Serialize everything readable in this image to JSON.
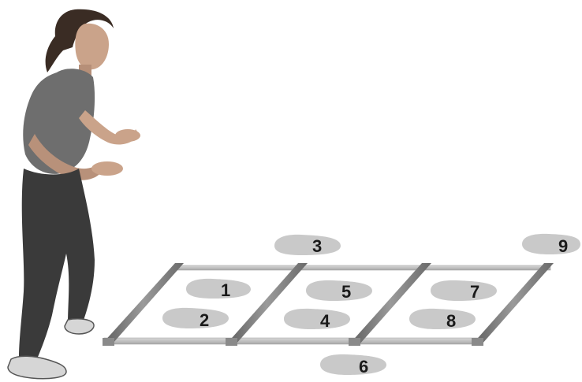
{
  "figure": {
    "footprints": [
      {
        "id": "fp1",
        "label": "1"
      },
      {
        "id": "fp2",
        "label": "2"
      },
      {
        "id": "fp3",
        "label": "3"
      },
      {
        "id": "fp4",
        "label": "4"
      },
      {
        "id": "fp5",
        "label": "5"
      },
      {
        "id": "fp6",
        "label": "6"
      },
      {
        "id": "fp7",
        "label": "7"
      },
      {
        "id": "fp8",
        "label": "8"
      },
      {
        "id": "fp9",
        "label": "9"
      }
    ],
    "colors": {
      "footprint": "#c9c9c9",
      "ladder_rail": "#bdbdbd",
      "ladder_rung": "#7d7d7d",
      "shirt": "#6e6e6e",
      "pants": "#3a3a3a"
    }
  }
}
